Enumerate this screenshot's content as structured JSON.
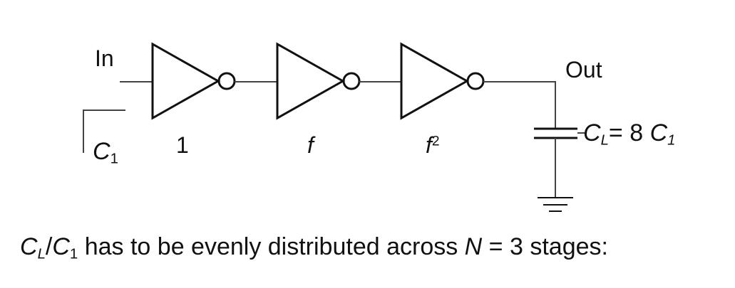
{
  "labels": {
    "input": "In",
    "output": "Out",
    "input_cap_letter": "C",
    "input_cap_sub": "1",
    "stage1": "1",
    "stage2": "f",
    "stage3_base": "f",
    "stage3_exp": "2",
    "load_cap_letter": "C",
    "load_cap_sub": "L",
    "load_cap_eq": "= 8 ",
    "load_cap_rhs_letter": "C",
    "load_cap_rhs_sub": "1"
  },
  "caption": {
    "cl": "C",
    "cl_sub": "L",
    "slash": "/",
    "c1": "C",
    "c1_sub": "1",
    "text_mid": " has to be evenly distributed across ",
    "n": "N",
    "text_end": " = 3 stages:"
  },
  "colors": {
    "ink": "#111111",
    "wire": "#444444"
  }
}
